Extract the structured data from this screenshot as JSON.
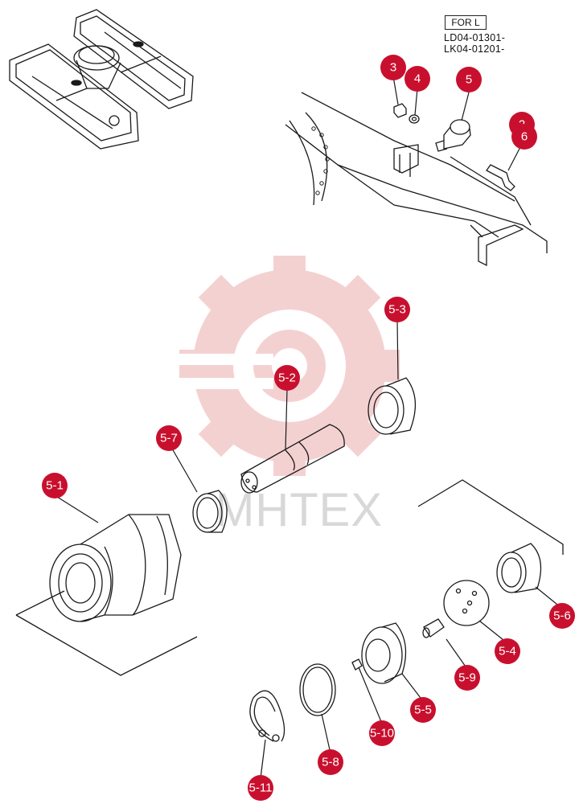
{
  "variant_box": "FOR L",
  "serials": [
    "LD04-01301-",
    "LK04-01201-"
  ],
  "watermark": "MHTEX",
  "callouts": [
    {
      "id": "3",
      "label": "3"
    },
    {
      "id": "4",
      "label": "4"
    },
    {
      "id": "5",
      "label": "5"
    },
    {
      "id": "2",
      "label": "2"
    },
    {
      "id": "6",
      "label": "6"
    },
    {
      "id": "5-3",
      "label": "5-3"
    },
    {
      "id": "5-2",
      "label": "5-2"
    },
    {
      "id": "5-7",
      "label": "5-7"
    },
    {
      "id": "5-1",
      "label": "5-1"
    },
    {
      "id": "5-6",
      "label": "5-6"
    },
    {
      "id": "5-4",
      "label": "5-4"
    },
    {
      "id": "5-9",
      "label": "5-9"
    },
    {
      "id": "5-5",
      "label": "5-5"
    },
    {
      "id": "5-10",
      "label": "5-10"
    },
    {
      "id": "5-8",
      "label": "5-8"
    },
    {
      "id": "5-11",
      "label": "5-11"
    }
  ],
  "colors": {
    "callout": "#c8102e",
    "line": "#1a1a1a",
    "watermark": "#f2c6c6"
  }
}
